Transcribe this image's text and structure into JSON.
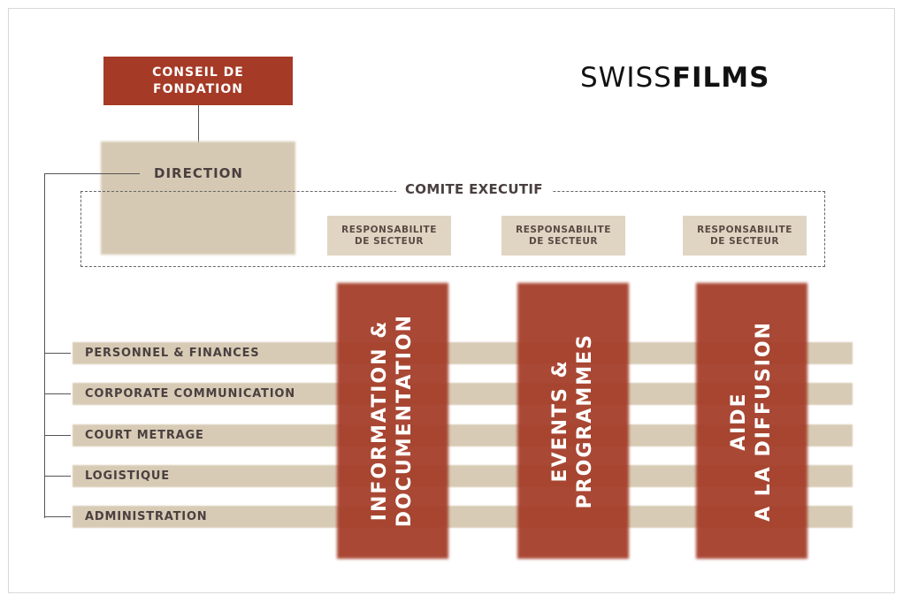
{
  "logo": {
    "part1": "SWISS",
    "part2": "FILMS"
  },
  "conseil": {
    "line1": "CONSEIL DE",
    "line2": "FONDATION"
  },
  "direction": {
    "label": "DIRECTION"
  },
  "comite": {
    "label": "COMITE EXECUTIF",
    "responsabilites": [
      {
        "line1": "RESPONSABILITE",
        "line2": "DE SECTEUR"
      },
      {
        "line1": "RESPONSABILITE",
        "line2": "DE SECTEUR"
      },
      {
        "line1": "RESPONSABILITE",
        "line2": "DE SECTEUR"
      }
    ]
  },
  "services": [
    "PERSONNEL & FINANCES",
    "CORPORATE COMMUNICATION",
    "COURT METRAGE",
    "LOGISTIQUE",
    "ADMINISTRATION"
  ],
  "secteurs": [
    {
      "line1": "INFORMATION &",
      "line2": "DOCUMENTATION"
    },
    {
      "line1": "EVENTS &",
      "line2": "PROGRAMMES"
    },
    {
      "line1": "AIDE",
      "line2": "A LA DIFFUSION"
    }
  ],
  "colors": {
    "accent_red": "#a53a26",
    "beige": "#d8cbb5",
    "text_dark": "#4a4040"
  }
}
